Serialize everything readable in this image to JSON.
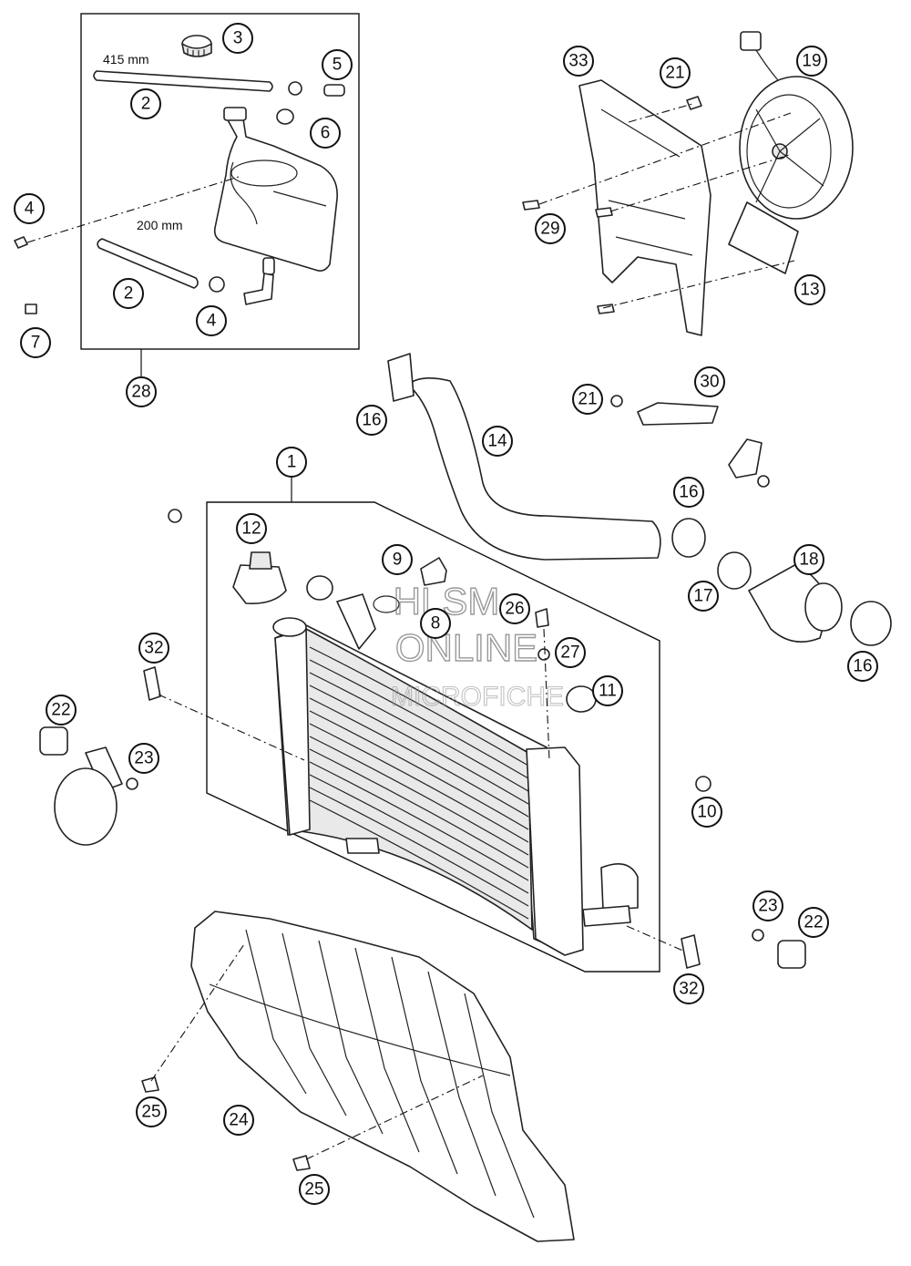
{
  "dimension_labels": {
    "hose_long": "415 mm",
    "hose_short": "200 mm"
  },
  "watermark": {
    "line1": "HLSM",
    "line2": "ONLINE",
    "line3": "MICROFICHE"
  },
  "callouts": {
    "c1": "1",
    "c2a": "2",
    "c2b": "2",
    "c3": "3",
    "c4a": "4",
    "c4b": "4",
    "c5": "5",
    "c6": "6",
    "c7": "7",
    "c8": "8",
    "c9": "9",
    "c10": "10",
    "c11": "11",
    "c12": "12",
    "c13": "13",
    "c14": "14",
    "c16a": "16",
    "c16b": "16",
    "c16c": "16",
    "c17": "17",
    "c18": "18",
    "c19": "19",
    "c21a": "21",
    "c21b": "21",
    "c22a": "22",
    "c22b": "22",
    "c23a": "23",
    "c23b": "23",
    "c24": "24",
    "c25a": "25",
    "c25b": "25",
    "c26": "26",
    "c27": "27",
    "c28": "28",
    "c29": "29",
    "c30": "30",
    "c32a": "32",
    "c32b": "32",
    "c33": "33"
  }
}
